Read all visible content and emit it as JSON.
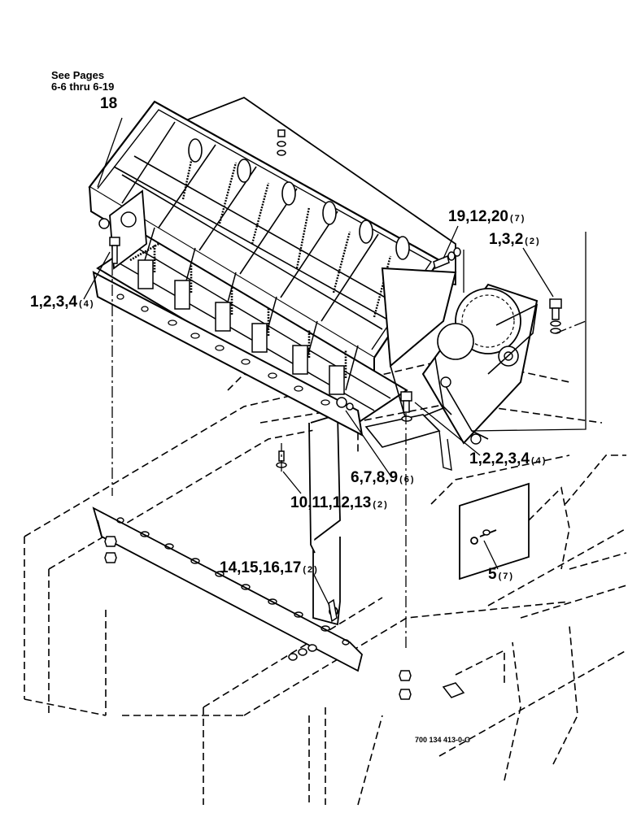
{
  "reference": {
    "line1": "See Pages",
    "line2": "6-6 thru 6-19"
  },
  "callouts": [
    {
      "id": "c18",
      "numbers": "18",
      "qty": ""
    },
    {
      "id": "c19",
      "numbers": "19,12,20",
      "qty": "(7)"
    },
    {
      "id": "c132",
      "numbers": "1,3,2",
      "qty": "(2)"
    },
    {
      "id": "c1234",
      "numbers": "1,2,3,4",
      "qty": "(4)"
    },
    {
      "id": "c12234",
      "numbers": "1,2,2,3,4",
      "qty": "(4)"
    },
    {
      "id": "c6789",
      "numbers": "6,7,8,9",
      "qty": "(6)"
    },
    {
      "id": "c10",
      "numbers": "10,11,12,13",
      "qty": "(2)"
    },
    {
      "id": "c14",
      "numbers": "14,15,16,17",
      "qty": "(2)"
    },
    {
      "id": "c5",
      "numbers": "5",
      "qty": "(7)"
    }
  ],
  "drawing_number": "700 134 413-0-G",
  "colors": {
    "ink": "#000000",
    "paper": "#ffffff"
  }
}
